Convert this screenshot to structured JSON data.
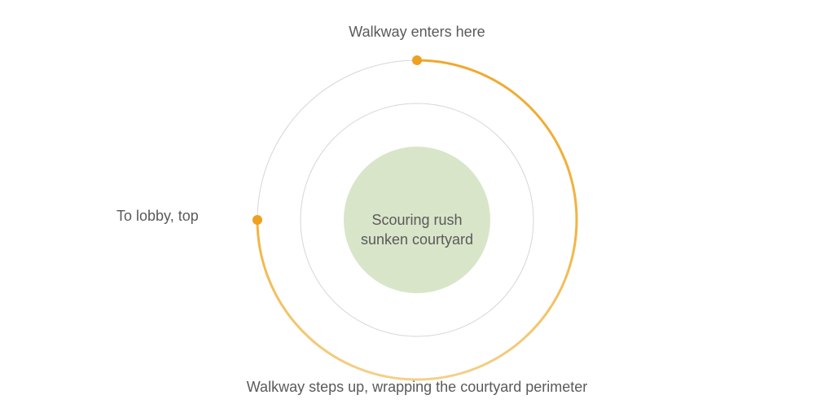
{
  "labels": {
    "walkway_entry": "Walkway enters here",
    "lobby_exit": "To lobby, top",
    "walkway_wrap": "Walkway steps up, wrapping the courtyard perimeter"
  },
  "courtyard": {
    "line1": "Scouring rush",
    "line2": "sunken courtyard"
  },
  "colors": {
    "walkway": "#f0a830",
    "walkway_light": "#f2cc80",
    "courtyard_fill": "#d9e5c9",
    "ring_stroke": "#d4d4d4"
  }
}
